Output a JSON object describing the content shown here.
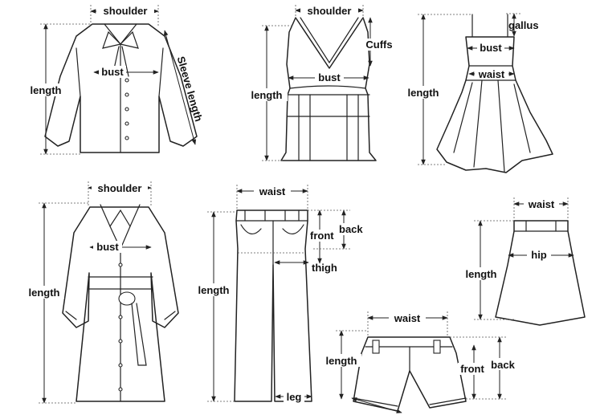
{
  "garments": {
    "shirt": {
      "shoulder": "shoulder",
      "bust": "bust",
      "length": "length",
      "sleeve": "Sleeve length"
    },
    "tank": {
      "shoulder": "shoulder",
      "cuffs": "Cuffs",
      "bust": "bust",
      "length": "length"
    },
    "dress": {
      "gallus": "gallus",
      "bust": "bust",
      "waist": "waist",
      "length": "length"
    },
    "coat": {
      "shoulder": "shoulder",
      "bust": "bust",
      "length": "length"
    },
    "pants": {
      "waist": "waist",
      "front": "front",
      "back": "back",
      "thigh": "thigh",
      "length": "length",
      "leg": "leg"
    },
    "skirt": {
      "waist": "waist",
      "hip": "hip",
      "length": "length"
    },
    "shorts": {
      "waist": "waist",
      "length": "length",
      "front": "front",
      "back": "back"
    }
  }
}
